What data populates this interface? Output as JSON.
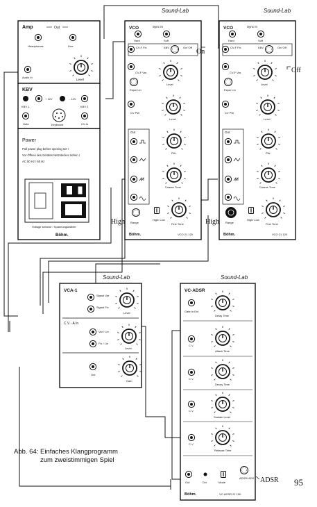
{
  "caption": {
    "line1": "Abb. 64:  Einfaches Klangprogramm",
    "line2": "zum zweistimmigen Spiel"
  },
  "page_number": "95",
  "annotations": {
    "on": "On",
    "off": "Off",
    "high_left": "High",
    "high_right": "High",
    "adsr": "ADSR"
  },
  "brand": "Sound-Lab",
  "maker": "Böhm.",
  "amp": {
    "title": "Amp",
    "out": "Out",
    "headphones": "Headphones",
    "line": "Line",
    "audio_in": "Audio In",
    "level": "Level"
  },
  "kbv": {
    "title": "KBV",
    "plus12": "+ 12V",
    "minus12": "- 12V",
    "kbv1": "KBV 1",
    "kbv2": "KBV 2",
    "gate": "Gate",
    "keyboard": "Keyboard",
    "cvin": "CV-In"
  },
  "power": {
    "title": "Power",
    "text1": "Pull power plug before opening set !",
    "text2": "Vor Öffnen des Gerätes Netzstecker ziehen !",
    "text3": "AC 50 Hz / 60 Hz",
    "selector": "Voltage selector / Spannungswähler"
  },
  "vco_left": {
    "title": "VCO",
    "sync": "Sync In",
    "hard": "Hard",
    "soft": "Soft",
    "cvfix": "CV-F Fix",
    "kbv": "KBV",
    "onoff": "On/ Off",
    "cvfvar": "CV-F Var",
    "level": "Level",
    "expo": "Expo/ Lin",
    "cvpw": "CV PW",
    "out": "Out",
    "pw": "PW",
    "coarse": "Coarse Tune",
    "highlow": "High/ Low",
    "range": "Range",
    "fine": "Fine Tune",
    "model": "VCO 21 120"
  },
  "vco_right": {
    "title": "VCO",
    "sync": "Sync In",
    "hard": "Hard",
    "soft": "Soft",
    "cvfix": "CV-F Fix",
    "kbv": "KBV",
    "onoff": "On/ Off",
    "cvfvar": "CV-F Var",
    "level": "Level",
    "expo": "Expo/ Lin",
    "cvpw": "CV PW",
    "out": "Out",
    "pw": "PW",
    "coarse": "Coarse Tune",
    "highlow": "High/ Low",
    "range": "Range",
    "fine": "Fine Tune",
    "model": "VCO 21 120"
  },
  "vca": {
    "title": "VCA-1",
    "signal1": "Signal Var",
    "signal2": "Signal Fix",
    "level": "Level",
    "cvain": "C V - A In",
    "var_lin": "Var / Lin",
    "fix_lin": "Fix / Lin",
    "level2": "Level",
    "out": "Out",
    "gain": "Gain"
  },
  "adsr": {
    "title": "VC-ADSR",
    "gate": "Gate In Ext",
    "decay_time": "Delay Time",
    "cv": "C V",
    "attack": "Attack Time",
    "decay": "Decay Time",
    "sustain": "Sustain Level",
    "release": "Release Time",
    "out": "Out",
    "drv": "Drv",
    "mode": "Mode",
    "adsr_ads": "ADSR/ ADS",
    "model": "VC-ADSR 21 150"
  },
  "scale": {
    "d0": "0",
    "d1": "1",
    "d2": "2",
    "d3": "3",
    "d4": "4",
    "d5": "5",
    "d6": "6",
    "d7": "7",
    "d8": "8",
    "d9": "9",
    "d10": "10"
  }
}
